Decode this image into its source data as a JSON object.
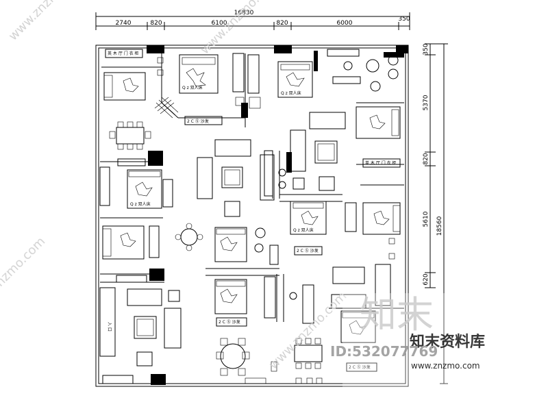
{
  "dimensions": {
    "top_total": "16830",
    "top_segments": [
      "2740",
      "820",
      "6100",
      "820",
      "6000"
    ],
    "top_right": "350",
    "right_total": "18560",
    "right_segments": [
      "350",
      "5370",
      "820",
      "5610",
      "620"
    ]
  },
  "labels": {
    "bed_tag": "Q z  双人床",
    "bed_tag_alt": "Q z  双人床",
    "sofa_tag": "2 C Ⓢ 沙发",
    "cabinet_tag": "英 木 厅 门 衣 柜",
    "entry_tag": "入  口"
  },
  "watermark": {
    "site": "www.znzmo.com",
    "brand_big": "知末",
    "brand_cn": "知末资料库",
    "id_text": "ID:532077769"
  }
}
